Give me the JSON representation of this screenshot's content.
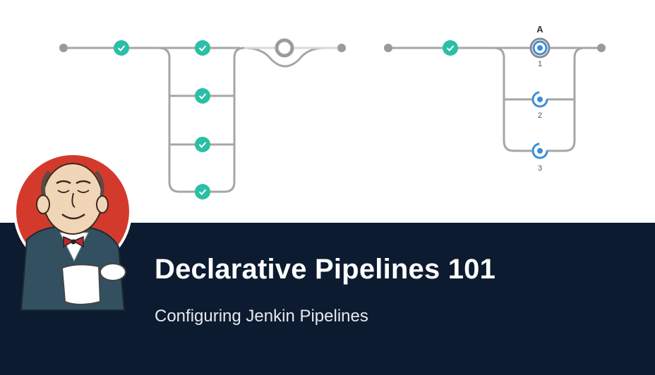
{
  "banner": {
    "title": "Declarative Pipelines 101",
    "subtitle": "Configuring Jenkin Pipelines"
  },
  "right_pipeline": {
    "branch_label": "A",
    "branches": [
      "1",
      "2",
      "3"
    ]
  },
  "colors": {
    "line": "#a6a6a6",
    "success": "#2bbfa5",
    "running": "#3b8ed8",
    "pending": "#9b9b9b",
    "banner_bg": "#0c1b2f"
  },
  "icons": {
    "success": "check-circle-icon",
    "running": "running-spinner-icon",
    "pending": "pending-ring-icon",
    "mascot": "jenkins-butler-logo"
  }
}
